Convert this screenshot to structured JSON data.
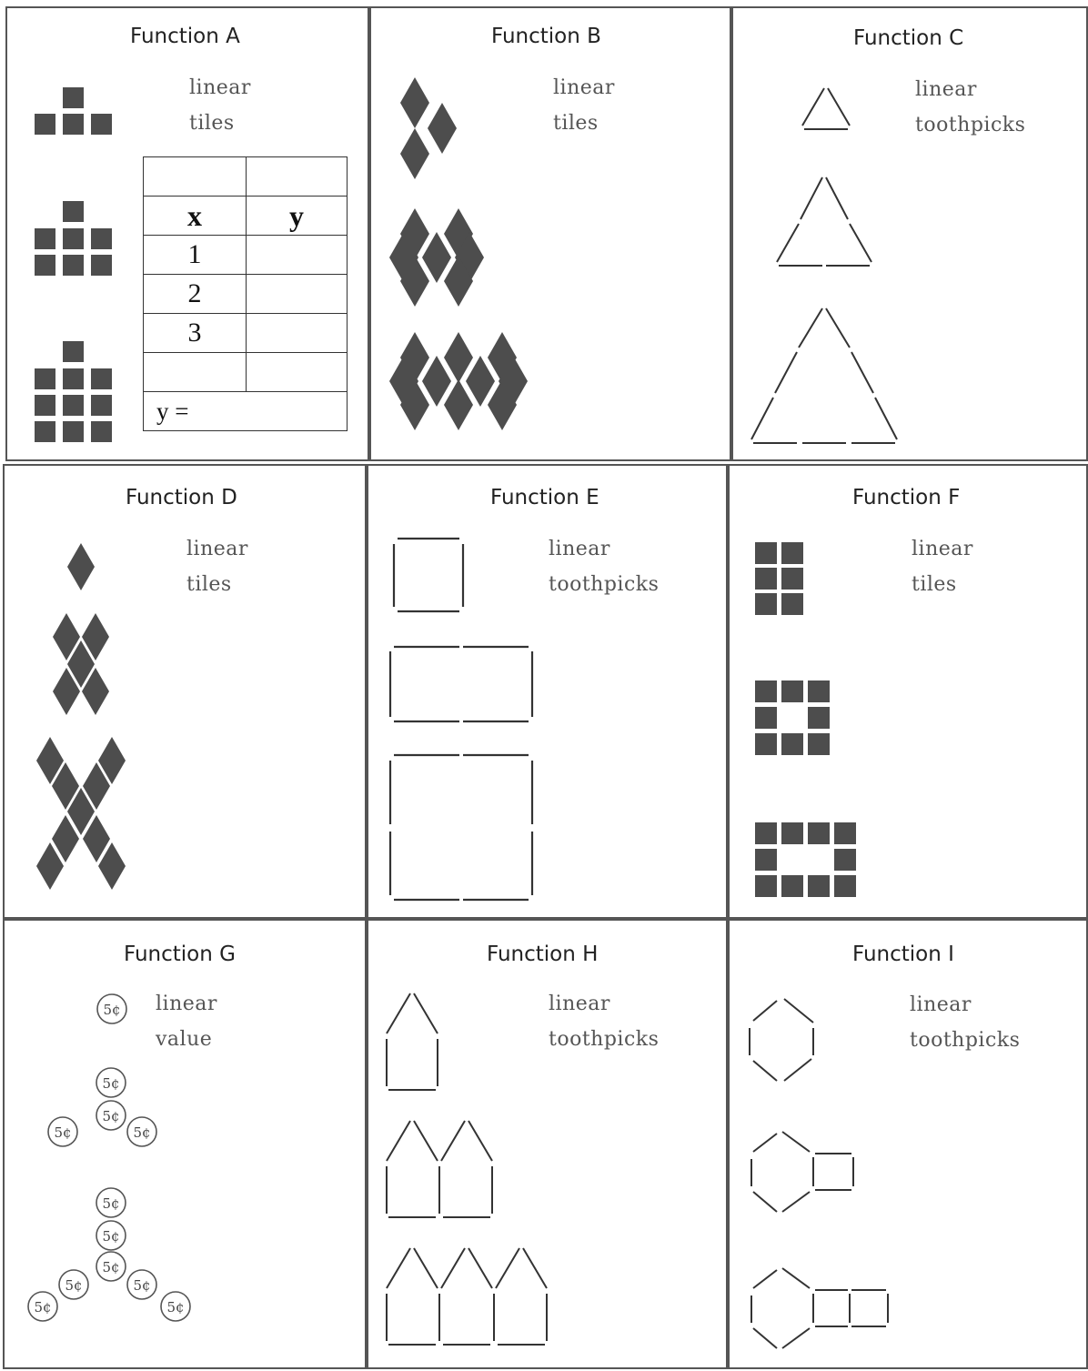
{
  "functions": [
    {
      "title": "Function A",
      "type": "linear",
      "measure": "tiles"
    },
    {
      "title": "Function B",
      "type": "linear",
      "measure": "tiles"
    },
    {
      "title": "Function C",
      "type": "linear",
      "measure": "toothpicks"
    },
    {
      "title": "Function D",
      "type": "linear",
      "measure": "tiles"
    },
    {
      "title": "Function E",
      "type": "linear",
      "measure": "toothpicks"
    },
    {
      "title": "Function F",
      "type": "linear",
      "measure": "tiles"
    },
    {
      "title": "Function G",
      "type": "linear",
      "measure": "value"
    },
    {
      "title": "Function H",
      "type": "linear",
      "measure": "toothpicks"
    },
    {
      "title": "Function I",
      "type": "linear",
      "measure": "toothpicks"
    }
  ],
  "table": {
    "col_x": "x",
    "col_y": "y",
    "rows": [
      "1",
      "2",
      "3"
    ],
    "formula": "y ="
  },
  "coin_label": "5¢",
  "colors": {
    "tile": "#4d4d4d",
    "border": "#555555"
  }
}
